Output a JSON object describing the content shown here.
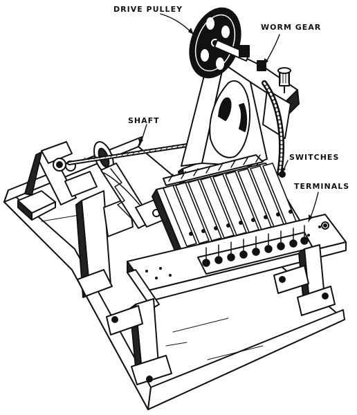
{
  "figure": {
    "labels": {
      "drive_pulley": "DRIVE PULLEY",
      "worm_gear": "WORM GEAR",
      "shaft": "SHAFT",
      "switches": "SWITCHES",
      "terminals": "TERMINALS"
    },
    "switch_count": 9,
    "terminal_count": 9,
    "ink_color": "#111111",
    "paper_color": "#ffffff"
  }
}
